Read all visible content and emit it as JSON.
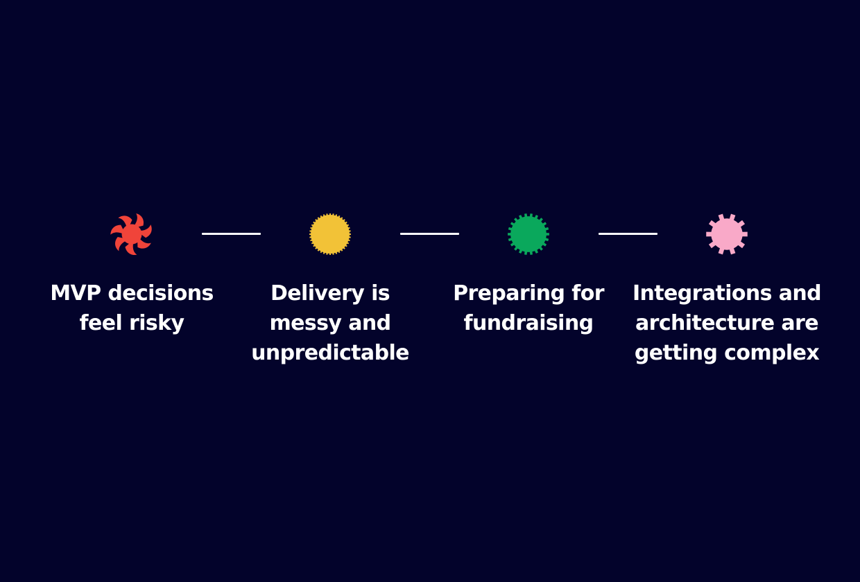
{
  "background": "#03032b",
  "steps": [
    {
      "id": "mvp",
      "icon": "pinwheel-icon",
      "color": "#f0443a",
      "lines": [
        "MVP decisions",
        "feel risky"
      ]
    },
    {
      "id": "delivery",
      "icon": "serrated-sun-icon",
      "color": "#f2c237",
      "lines": [
        "Delivery is",
        "messy and",
        "unpredictable"
      ]
    },
    {
      "id": "fundraising",
      "icon": "gear-sun-icon",
      "color": "#0aa85c",
      "lines": [
        "Preparing for",
        "fundraising"
      ]
    },
    {
      "id": "integrations",
      "icon": "cog-icon",
      "color": "#f9a9c8",
      "lines": [
        "Integrations and",
        "architecture are",
        "getting complex"
      ]
    }
  ],
  "connector_color": "#ffffff"
}
